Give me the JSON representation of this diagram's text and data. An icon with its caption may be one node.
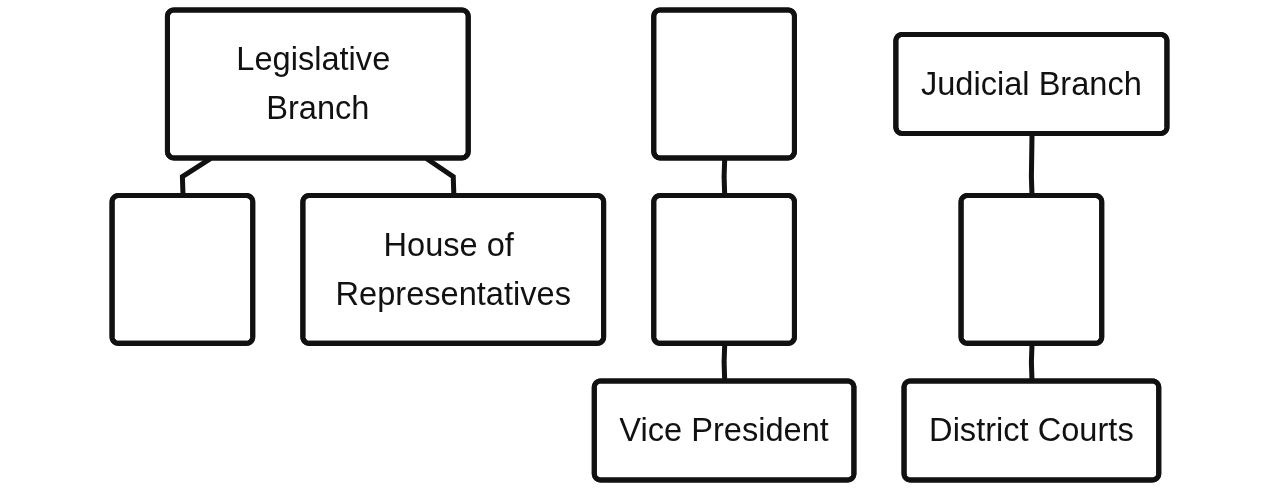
{
  "diagram": {
    "nodes": [
      {
        "text": [
          "Legislative Branch"
        ]
      },
      {
        "text": [],
        "shape": "box"
      },
      {
        "text": [
          "House of Representatives"
        ]
      },
      {
        "text": [],
        "shape": "box"
      },
      {
        "text": [],
        "shape": "box"
      },
      {
        "text": [
          "Vice President"
        ]
      },
      {
        "text": [
          "Judicial Branch"
        ]
      },
      {
        "text": [],
        "shape": "box"
      },
      {
        "text": [
          "District Courts"
        ]
      }
    ],
    "edges": [
      {
        "from": 0,
        "to": 1,
        "arrow": "none"
      },
      {
        "from": 0,
        "to": 2,
        "arrow": "none"
      },
      {
        "from": 3,
        "to": 4,
        "arrow": "none"
      },
      {
        "from": 4,
        "to": 5,
        "arrow": "none"
      },
      {
        "from": 6,
        "to": 7,
        "arrow": "none"
      },
      {
        "from": 7,
        "to": 8,
        "arrow": "none"
      }
    ]
  }
}
